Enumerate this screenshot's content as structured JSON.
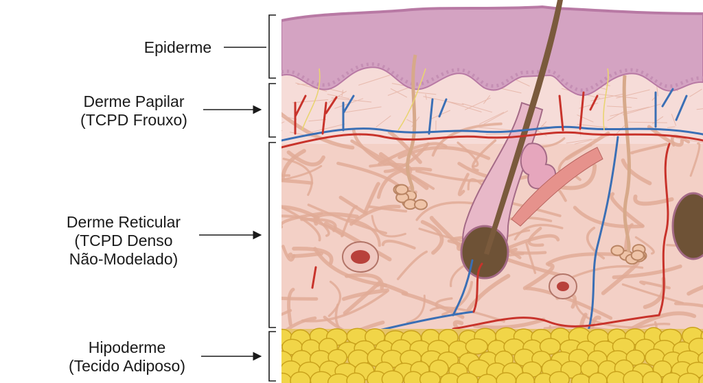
{
  "labels": {
    "epiderme": [
      "Epiderme"
    ],
    "derme_papilar": [
      "Derme Papilar",
      "(TCPD Frouxo)"
    ],
    "derme_reticular": [
      "Derme Reticular",
      "(TCPD Denso",
      "Não-Modelado)"
    ],
    "hipoderme": [
      "Hipoderme",
      "(Tecido Adiposo)"
    ]
  },
  "colors": {
    "epidermis": "#d4a3c2",
    "epidermis_dark": "#b879a4",
    "basal_cells": "#c58fb4",
    "papillary_dermis": "#f6dcd8",
    "reticular_dermis": "#f3d0c6",
    "collagen": "#e0ab96",
    "fat": "#f1d548",
    "fat_edge": "#c9a21c",
    "artery": "#c8332b",
    "vein": "#3a6fb5",
    "nerve": "#e9d470",
    "hair": "#7a5a3c",
    "leader_line": "#1a1a1a"
  }
}
